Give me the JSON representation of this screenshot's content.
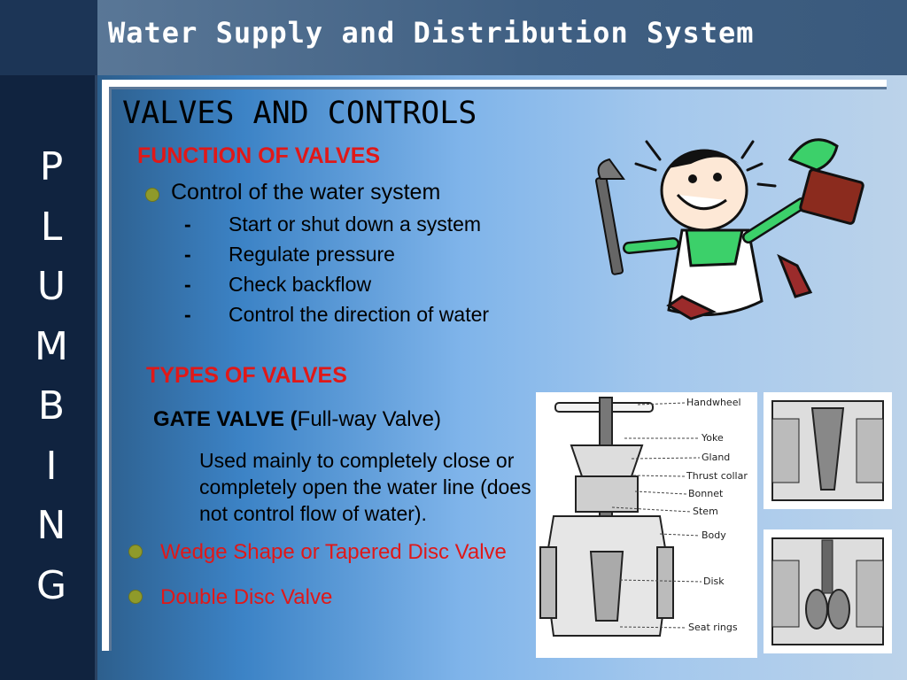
{
  "header": {
    "title": "Water Supply and Distribution System"
  },
  "sidebar": {
    "letters": [
      "P",
      "L",
      "U",
      "M",
      "B",
      "I",
      "N",
      "G"
    ]
  },
  "slide": {
    "title": "VALVES AND CONTROLS",
    "function_heading": "FUNCTION OF VALVES",
    "function_bullet": "Control of the water system",
    "function_items": [
      "Start or shut down a system",
      "Regulate pressure",
      "Check backflow",
      "Control the direction of water"
    ],
    "dash": "-",
    "types_heading": "TYPES OF VALVES",
    "gate_bold": "GATE VALVE (",
    "gate_rest": "Full-way Valve)",
    "gate_desc_lines": [
      "Used mainly to completely close or",
      "completely open the water line (does",
      "not control flow of water)."
    ],
    "subtypes": [
      "Wedge Shape or Tapered Disc Valve",
      "Double Disc Valve"
    ]
  },
  "diagram": {
    "labels": [
      "Handwheel",
      "Yoke",
      "Gland",
      "Thrust collar",
      "Bonnet",
      "Stem",
      "Body",
      "Disk",
      "Seat rings"
    ]
  },
  "colors": {
    "accent_red": "#e01818",
    "bullet_olive": "#8f9a2a",
    "sidebar": "#10233f"
  }
}
